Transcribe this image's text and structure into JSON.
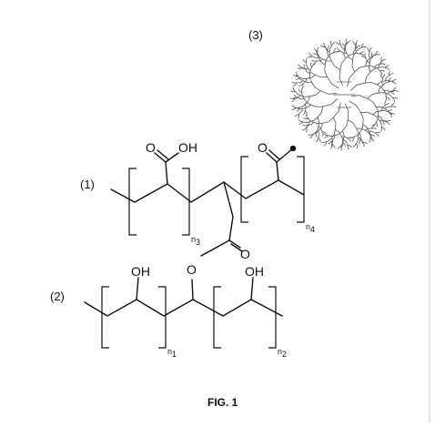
{
  "figure": {
    "caption": "FIG. 1",
    "labels": {
      "part1": "(1)",
      "part2": "(2)",
      "part3": "(3)"
    },
    "atoms": {
      "carboxyl_o": "O",
      "carboxyl_oh": "OH",
      "ketone_o": "O",
      "ester_carbonyl_o": "O",
      "ester_o": "O",
      "hydroxyl_1": "OH",
      "hydroxyl_2": "OH"
    },
    "subscripts": {
      "n1": "n",
      "n1_idx": "1",
      "n2": "n",
      "n2_idx": "2",
      "n3": "n",
      "n3_idx": "3",
      "n4": "n",
      "n4_idx": "4"
    },
    "colors": {
      "ink": "#111111",
      "dendrimer": "#555555",
      "page_border": "#d9c6e3"
    }
  }
}
